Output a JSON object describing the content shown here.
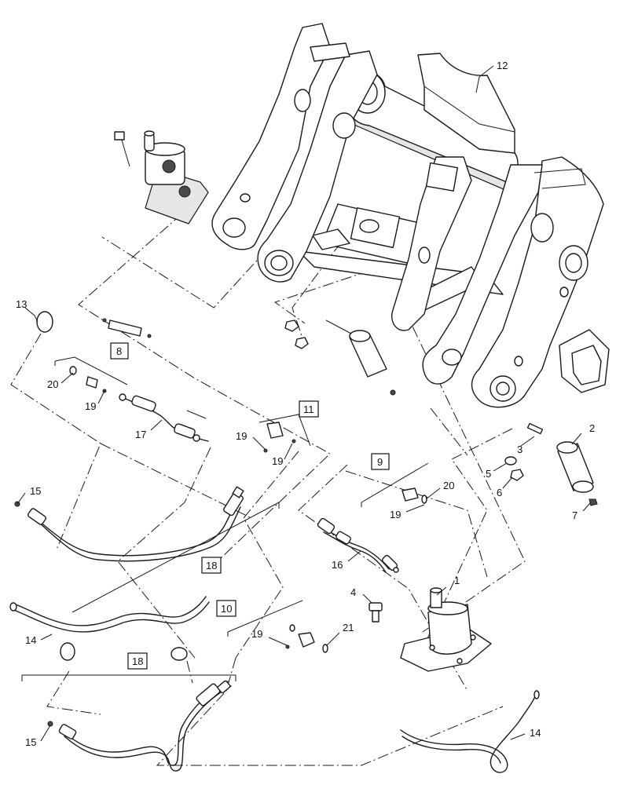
{
  "callouts": {
    "c1": "1",
    "c2": "2",
    "c3": "3",
    "c4": "4",
    "c5": "5",
    "c6": "6",
    "c7": "7",
    "c12": "12",
    "c13": "13",
    "c14a": "14",
    "c14b": "14",
    "c15a": "15",
    "c15b": "15",
    "c16": "16",
    "c17": "17",
    "c19a": "19",
    "c19b": "19",
    "c19c": "19",
    "c19d": "19",
    "c19e": "19",
    "c20a": "20",
    "c20b": "20",
    "c21": "21"
  },
  "kits": {
    "k8": "8",
    "k9": "9",
    "k10": "10",
    "k11": "11",
    "k18a": "18",
    "k18b": "18"
  }
}
